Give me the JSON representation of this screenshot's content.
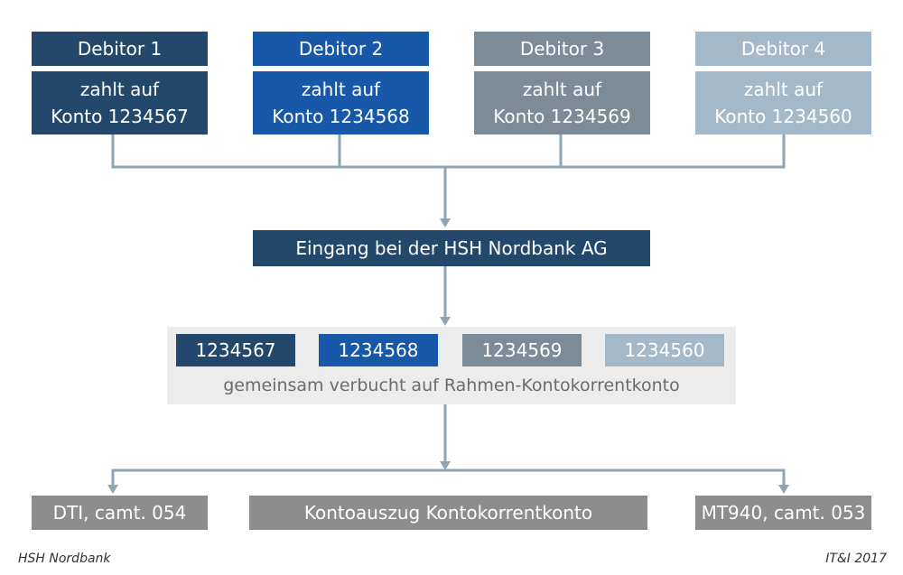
{
  "debitors": [
    {
      "title": "Debitor 1",
      "line1": "zahlt auf",
      "line2": "Konto 1234567",
      "color": "#23486b"
    },
    {
      "title": "Debitor 2",
      "line1": "zahlt auf",
      "line2": "Konto 1234568",
      "color": "#1858a8"
    },
    {
      "title": "Debitor 3",
      "line1": "zahlt auf",
      "line2": "Konto 1234569",
      "color": "#7b8b98"
    },
    {
      "title": "Debitor 4",
      "line1": "zahlt auf",
      "line2": "Konto 1234560",
      "color": "#a3b9ca"
    }
  ],
  "incoming": {
    "label": "Eingang bei der HSH Nordbank AG"
  },
  "accounts": {
    "numbers": [
      "1234567",
      "1234568",
      "1234569",
      "1234560"
    ],
    "caption": "gemeinsam verbucht auf Rahmen-Kontokorrentkonto"
  },
  "outputs": {
    "left": "DTI, camt. 054",
    "center": "Kontoauszug Kontokorrentkonto",
    "right": "MT940, camt. 053"
  },
  "footer": {
    "left": "HSH Nordbank",
    "right": "IT&I 2017"
  },
  "colors": {
    "connector": "#8fa5b2",
    "output_gray": "#8d8d8d",
    "panel_gray": "#ececec"
  }
}
